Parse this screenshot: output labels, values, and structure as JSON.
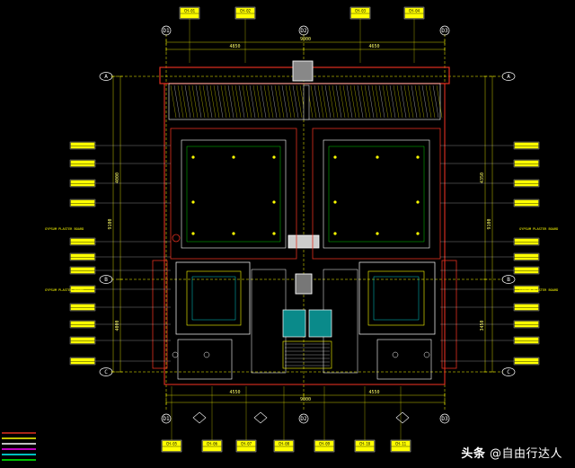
{
  "drawing": {
    "title": "",
    "colors": {
      "background": "#000000",
      "wall_red": "#e03020",
      "line_yellow": "#ffff00",
      "line_cyan": "#00ffff",
      "line_white": "#ffffff",
      "line_green": "#00ff00",
      "line_magenta": "#ff00ff",
      "tag_fill": "#ffff00"
    },
    "axes_top": [
      "D1",
      "D2",
      "D3"
    ],
    "axes_bottom": [
      "D1",
      "D2",
      "D3"
    ],
    "axes_left": [
      "A",
      "B",
      "C"
    ],
    "axes_right": [
      "A",
      "B",
      "C"
    ],
    "dims_top": [
      "4850",
      "9000",
      "4650"
    ],
    "dims_bottom": [
      "4550",
      "9000",
      "4550"
    ],
    "dims_left": [
      "4000",
      "9100",
      "4000"
    ],
    "dims_right": [
      "4350",
      "9100",
      "3450"
    ],
    "notes_left": [
      "GYPSUM PLASTER BOARD",
      "GYPSUM PLASTER BOARD"
    ],
    "notes_right": [
      "GYPSUM PLASTER BOARD",
      "GYPSUM PLASTER BOARD"
    ],
    "top_tags": [
      "CH-01",
      "CH-02",
      "CH-03",
      "CH-04"
    ],
    "bottom_tags": [
      "CH-05",
      "CH-06",
      "CH-07",
      "CH-08",
      "CH-09",
      "CH-10",
      "CH-11"
    ]
  },
  "watermark": {
    "prefix": "头条",
    "handle": "@自由行达人"
  }
}
